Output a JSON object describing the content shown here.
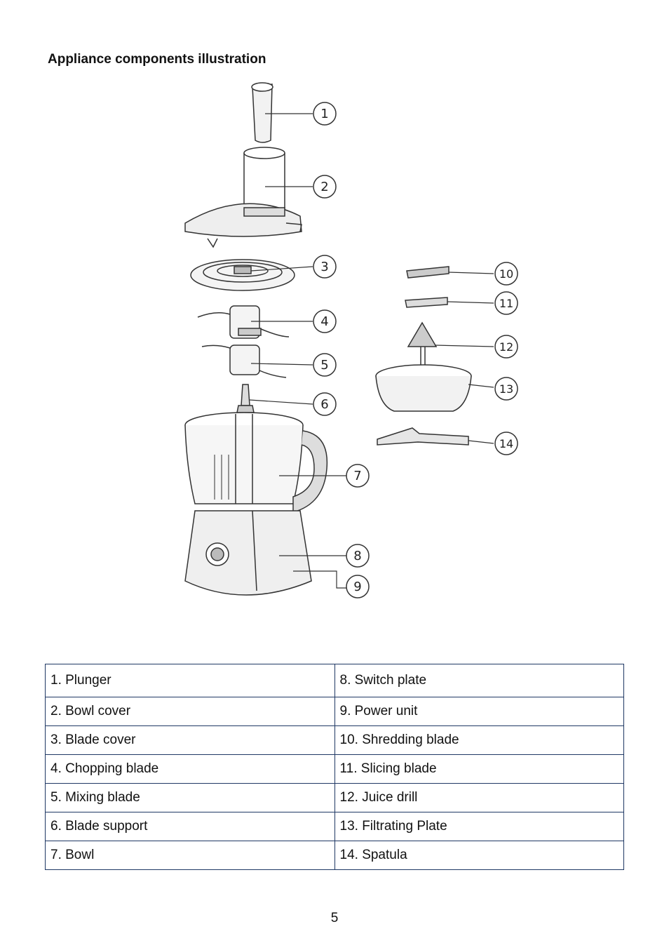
{
  "title": "Appliance components illustration",
  "figure": {
    "callouts": [
      "1",
      "2",
      "3",
      "4",
      "5",
      "6",
      "7",
      "8",
      "9",
      "10",
      "11",
      "12",
      "13",
      "14"
    ]
  },
  "parts_table": {
    "rows": [
      [
        "1. Plunger",
        "8. Switch plate"
      ],
      [
        "2. Bowl cover",
        "9. Power unit"
      ],
      [
        "3. Blade cover",
        "10. Shredding blade"
      ],
      [
        "4. Chopping blade",
        "11. Slicing blade"
      ],
      [
        "5. Mixing blade",
        "12. Juice drill"
      ],
      [
        "6. Blade support",
        "13. Filtrating Plate"
      ],
      [
        "7. Bowl",
        "14. Spatula"
      ]
    ],
    "border_color": "#1f3864"
  },
  "page_number": "5"
}
